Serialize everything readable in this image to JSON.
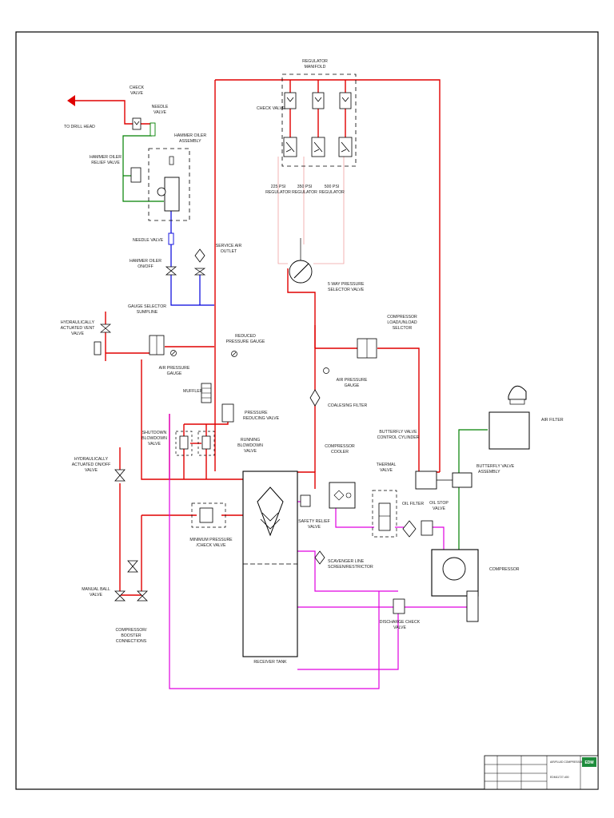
{
  "diagram": {
    "colors": {
      "air": "#e00000",
      "oil": "#e000e0",
      "hydraulic": "#008000",
      "service": "#0000dd",
      "line": "#000000",
      "logo": "#1e8c3c"
    },
    "labels": {
      "regulator_manifold": [
        "REGULATOR",
        "MANIFOLD"
      ],
      "check_valve_top": "CHECK VALVE",
      "regulator_225": [
        "225 PSI",
        "REGULATOR"
      ],
      "regulator_350": [
        "350 PSI",
        "REGULATOR"
      ],
      "regulator_500": [
        "500 PSI",
        "REGULATOR"
      ],
      "check_valve_left": [
        "CHECK",
        "VALVE"
      ],
      "needle_valve_top": [
        "NEEDLE",
        "VALVE"
      ],
      "to_drill_head": "TO DRILL HEAD",
      "hammer_oiler_assembly": [
        "HAMMER OILER",
        "ASSEMBLY"
      ],
      "hammer_oiler_relief": [
        "HAMMER OILER",
        "RELIEF VALVE"
      ],
      "needle_valve_mid": "NEEDLE VALVE",
      "hammer_oiler_onoff": [
        "HAMMER OILER",
        "ON/OFF"
      ],
      "service_air_outlet": [
        "SERVICE AIR",
        "OUTLET"
      ],
      "five_way_selector": [
        "5 WAY PRESSURE",
        "SELECTOR VALVE"
      ],
      "hyd_vent_valve": [
        "HYDRAULICALLY",
        "ACTUATED VENT",
        "VALVE"
      ],
      "gauge_selector": [
        "GAUGE SELECTOR",
        "SUMPLINE"
      ],
      "air_pressure_gauge_left": [
        "AIR PRESSURE",
        "GAUGE"
      ],
      "reduced_pressure_gauge": [
        "REDUCED",
        "PRESSURE GAUGE"
      ],
      "compressor_load_unload": [
        "COMPRESSOR",
        "LOAD/UNLOAD",
        "SELCTOR"
      ],
      "air_pressure_gauge_right": [
        "AIR PRESSURE",
        "GAUGE"
      ],
      "coalesing_filter": "COALESING FILTER",
      "muffler": "MUFFLER",
      "pressure_reducing_valve": [
        "PRESSURE",
        "REDUCING VALVE"
      ],
      "shutdown_blowdown": [
        "SHUTDOWN",
        "BLOWDOWN",
        "VALVE"
      ],
      "running_blowdown": [
        "RUNNING",
        "BLOWDOWN",
        "VALVE"
      ],
      "butterfly_cylinder": [
        "BUTTERFLY VALVE",
        "CONTROL CYLINDER"
      ],
      "air_filter": "AIR FILTER",
      "compressor_cooler": [
        "COMPRESSOR",
        "COOLER"
      ],
      "thermal_valve": [
        "THERMAL",
        "VALVE"
      ],
      "butterfly_assembly": [
        "BUTTERFLY VALVE",
        "ASSEMBLY"
      ],
      "hyd_onoff_valve": [
        "HYDRAULICALLY",
        "ACTUATED ON/OFF",
        "VALVE"
      ],
      "oil_filter": "OIL FILTER",
      "oil_stop_valve": [
        "OIL STOP",
        "VALVE"
      ],
      "safety_relief": [
        "SAFETY RELIEF",
        "VALVE"
      ],
      "min_pressure_check": [
        "MINIMUM PRESSURE",
        "/CHECK VALVE"
      ],
      "compressor": "COMPRESSOR",
      "scavenger_line": [
        "SCAVENGER LINE",
        "SCREEN/RESTRICTOR"
      ],
      "manual_ball_valve": [
        "MANUAL BALL",
        "VALVE"
      ],
      "discharge_check": [
        "DISCHARGE CHECK",
        "VALVE"
      ],
      "compressor_booster": [
        "COMPRESSOR/",
        "BOOSTER",
        "CONNECTIONS"
      ],
      "receiver_tank": "RECEIVER TANK"
    }
  },
  "title_block": {
    "logo_text": "EDM",
    "title_line": "AIR/FLUID COMPRESSOR CIRCUIT",
    "drawing_number": "EDM11727-400"
  }
}
